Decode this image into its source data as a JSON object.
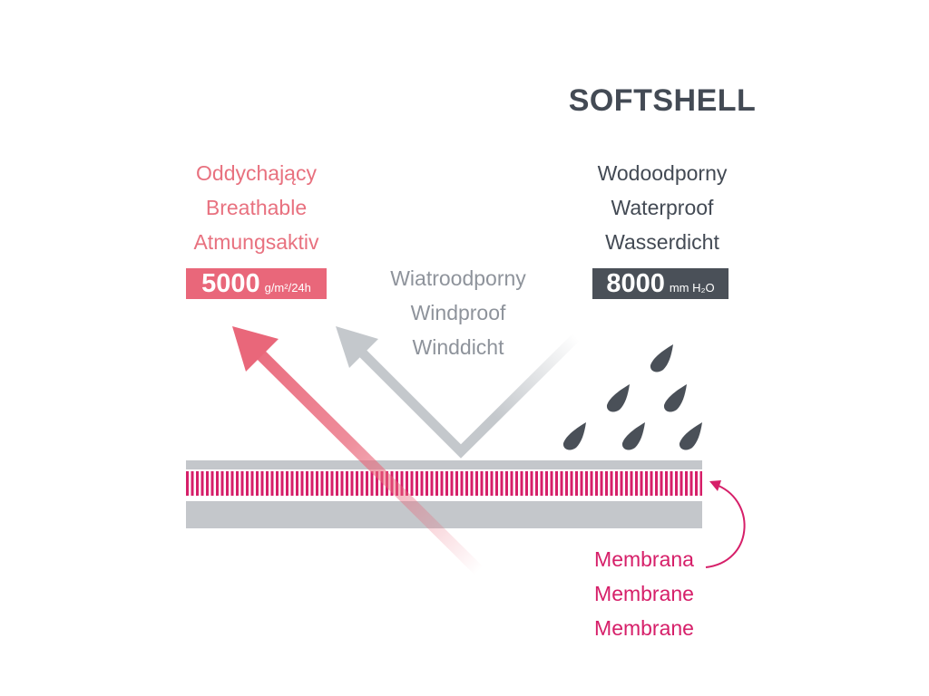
{
  "title": "SOFTSHELL",
  "breathable": {
    "labels": [
      "Oddychający",
      "Breathable",
      "Atmungsaktiv"
    ],
    "value": "5000",
    "unit": "g/m²/24h"
  },
  "windproof": {
    "labels": [
      "Wiatroodporny",
      "Windproof",
      "Winddicht"
    ]
  },
  "waterproof": {
    "labels": [
      "Wodoodporny",
      "Waterproof",
      "Wasserdicht"
    ],
    "value": "8000",
    "unit": "mm H₂O"
  },
  "membrane": {
    "labels": [
      "Membrana",
      "Membrane",
      "Membrane"
    ]
  },
  "colors": {
    "breathable": "#e9677a",
    "windproof": "#c4c8cc",
    "waterproof": "#4a5058",
    "membrane": "#d61f69",
    "fabric": "#c4c7cb"
  }
}
